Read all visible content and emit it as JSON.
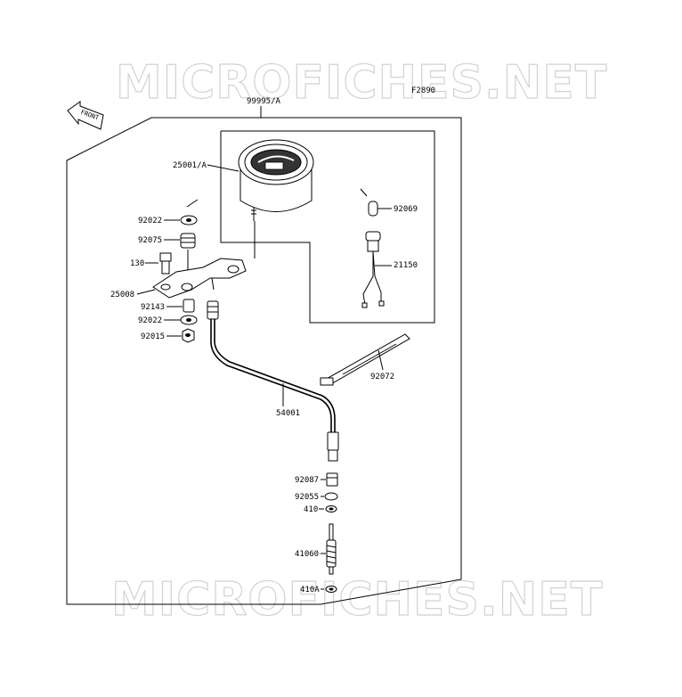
{
  "watermark": {
    "top": "MICROFICHES.NET",
    "bottom": "MICROFICHES.NET"
  },
  "figure_code": "F2890",
  "front_arrow_label": "FRONT",
  "labels": {
    "assembly": "99995/A",
    "meter": "25001/A",
    "p92022_top": "92022",
    "p92075": "92075",
    "p130": "130",
    "p25008": "25008",
    "p92143": "92143",
    "p92022_bottom": "92022",
    "p92015": "92015",
    "p92069": "92069",
    "p21150": "21150",
    "p92072": "92072",
    "p54001": "54001",
    "p92087": "92087",
    "p92055": "92055",
    "p410": "410",
    "p41060": "41060",
    "p410A": "410A"
  }
}
